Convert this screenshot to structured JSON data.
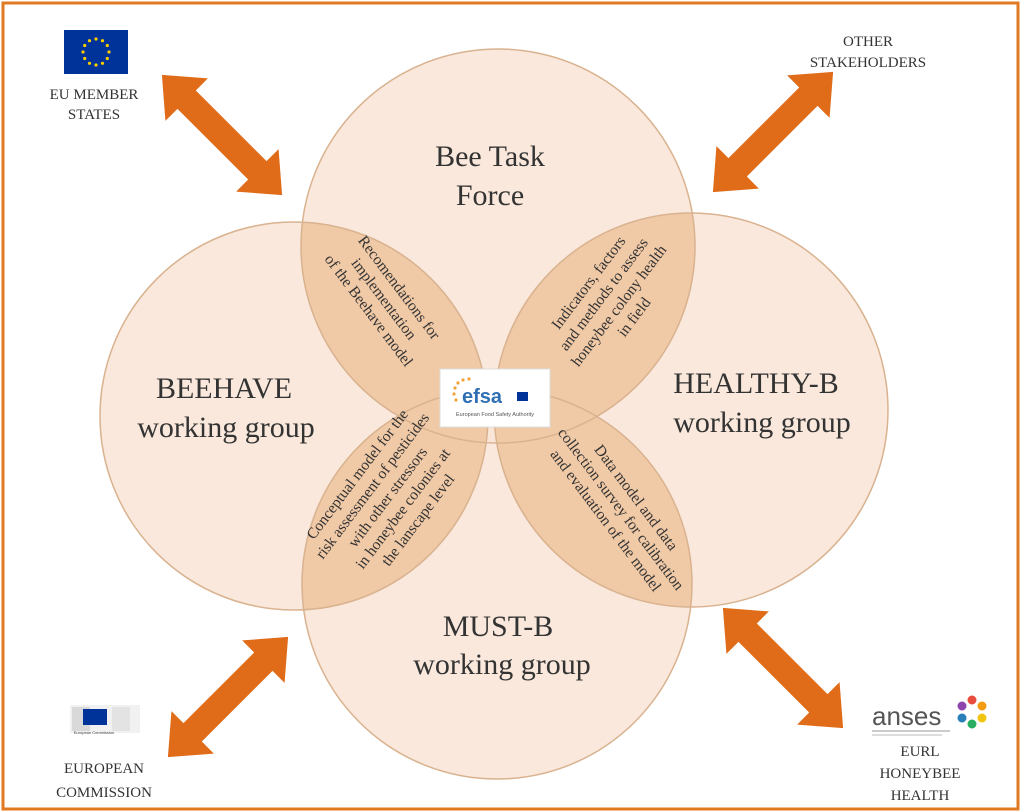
{
  "colors": {
    "frame": "#e07a22",
    "circle_fill": "#f8e6d7",
    "circle_stroke": "#d9b28f",
    "overlap_fill": "#f0c9a6",
    "arrow": "#e06c1a",
    "eu_blue": "#003399",
    "eu_star": "#ffcc00",
    "text": "#333333"
  },
  "groups": {
    "top": {
      "line1": "Bee Task",
      "line2": "Force"
    },
    "left": {
      "line1": "BEEHAVE",
      "line2": "working group"
    },
    "right": {
      "line1": "HEALTHY-B",
      "line2": "working group"
    },
    "bottom": {
      "line1": "MUST-B",
      "line2": "working group"
    }
  },
  "overlaps": {
    "top_left": [
      "Recomendations for",
      "implementation",
      "of the Beehave model"
    ],
    "top_right": [
      "Indicators, factors",
      "and methods to assess",
      "honeybee colony health",
      "in field"
    ],
    "bottom_left": [
      "Conceptual model for the",
      "risk assessment of pesticides",
      "with other stressors",
      "in honeybee colonies at",
      "the lanscape level"
    ],
    "bottom_right": [
      "Data model and data",
      "collection survey for calibration",
      "and evaluation of the model"
    ]
  },
  "center_logo": {
    "name": "efsa",
    "subtitle": "European Food Safety Authority"
  },
  "stakeholders": {
    "eu_member_states": [
      "EU MEMBER",
      "STATES"
    ],
    "other_stakeholders": [
      "OTHER",
      "STAKEHOLDERS"
    ],
    "european_commission": [
      "EUROPEAN",
      "COMMISSION"
    ],
    "eurl": [
      "EURL",
      "HONEYBEE",
      "HEALTH"
    ]
  },
  "logos": {
    "ec_caption": "European Commission",
    "anses_name": "anses"
  }
}
